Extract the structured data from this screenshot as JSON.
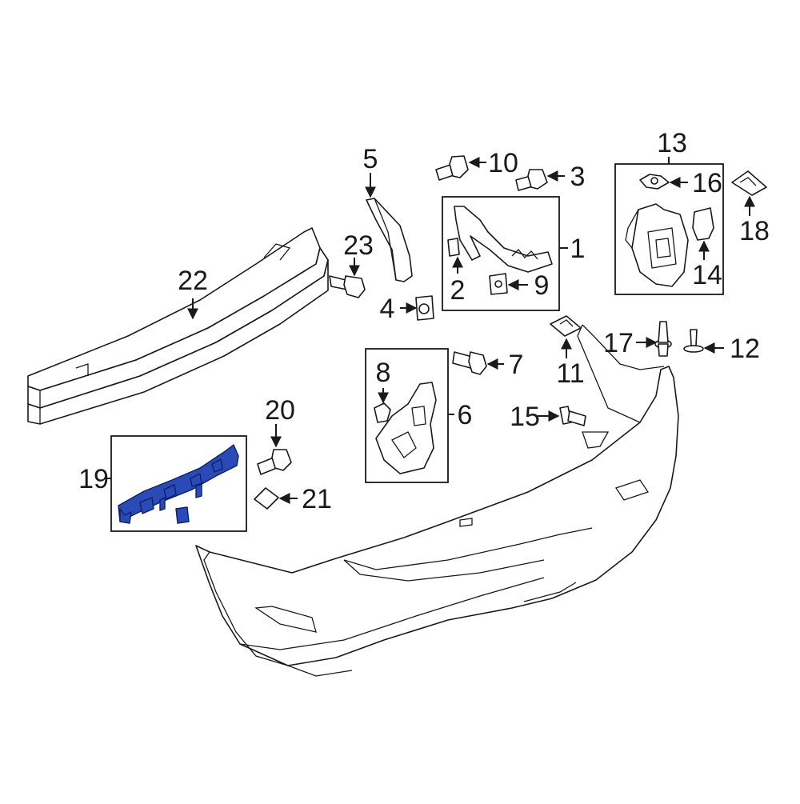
{
  "diagram": {
    "highlight_color": "#2a4bb5",
    "line_color": "#1a1a1a",
    "highlighted_part": "19",
    "callouts": [
      {
        "id": "c1",
        "label": "1"
      },
      {
        "id": "c2",
        "label": "2"
      },
      {
        "id": "c3",
        "label": "3"
      },
      {
        "id": "c4",
        "label": "4"
      },
      {
        "id": "c5",
        "label": "5"
      },
      {
        "id": "c6",
        "label": "6"
      },
      {
        "id": "c7",
        "label": "7"
      },
      {
        "id": "c8",
        "label": "8"
      },
      {
        "id": "c9",
        "label": "9"
      },
      {
        "id": "c10",
        "label": "10"
      },
      {
        "id": "c11",
        "label": "11"
      },
      {
        "id": "c12",
        "label": "12"
      },
      {
        "id": "c13",
        "label": "13"
      },
      {
        "id": "c14",
        "label": "14"
      },
      {
        "id": "c15",
        "label": "15"
      },
      {
        "id": "c16",
        "label": "16"
      },
      {
        "id": "c17",
        "label": "17"
      },
      {
        "id": "c18",
        "label": "18"
      },
      {
        "id": "c19",
        "label": "19"
      },
      {
        "id": "c20",
        "label": "20"
      },
      {
        "id": "c21",
        "label": "21"
      },
      {
        "id": "c22",
        "label": "22"
      },
      {
        "id": "c23",
        "label": "23"
      }
    ]
  }
}
